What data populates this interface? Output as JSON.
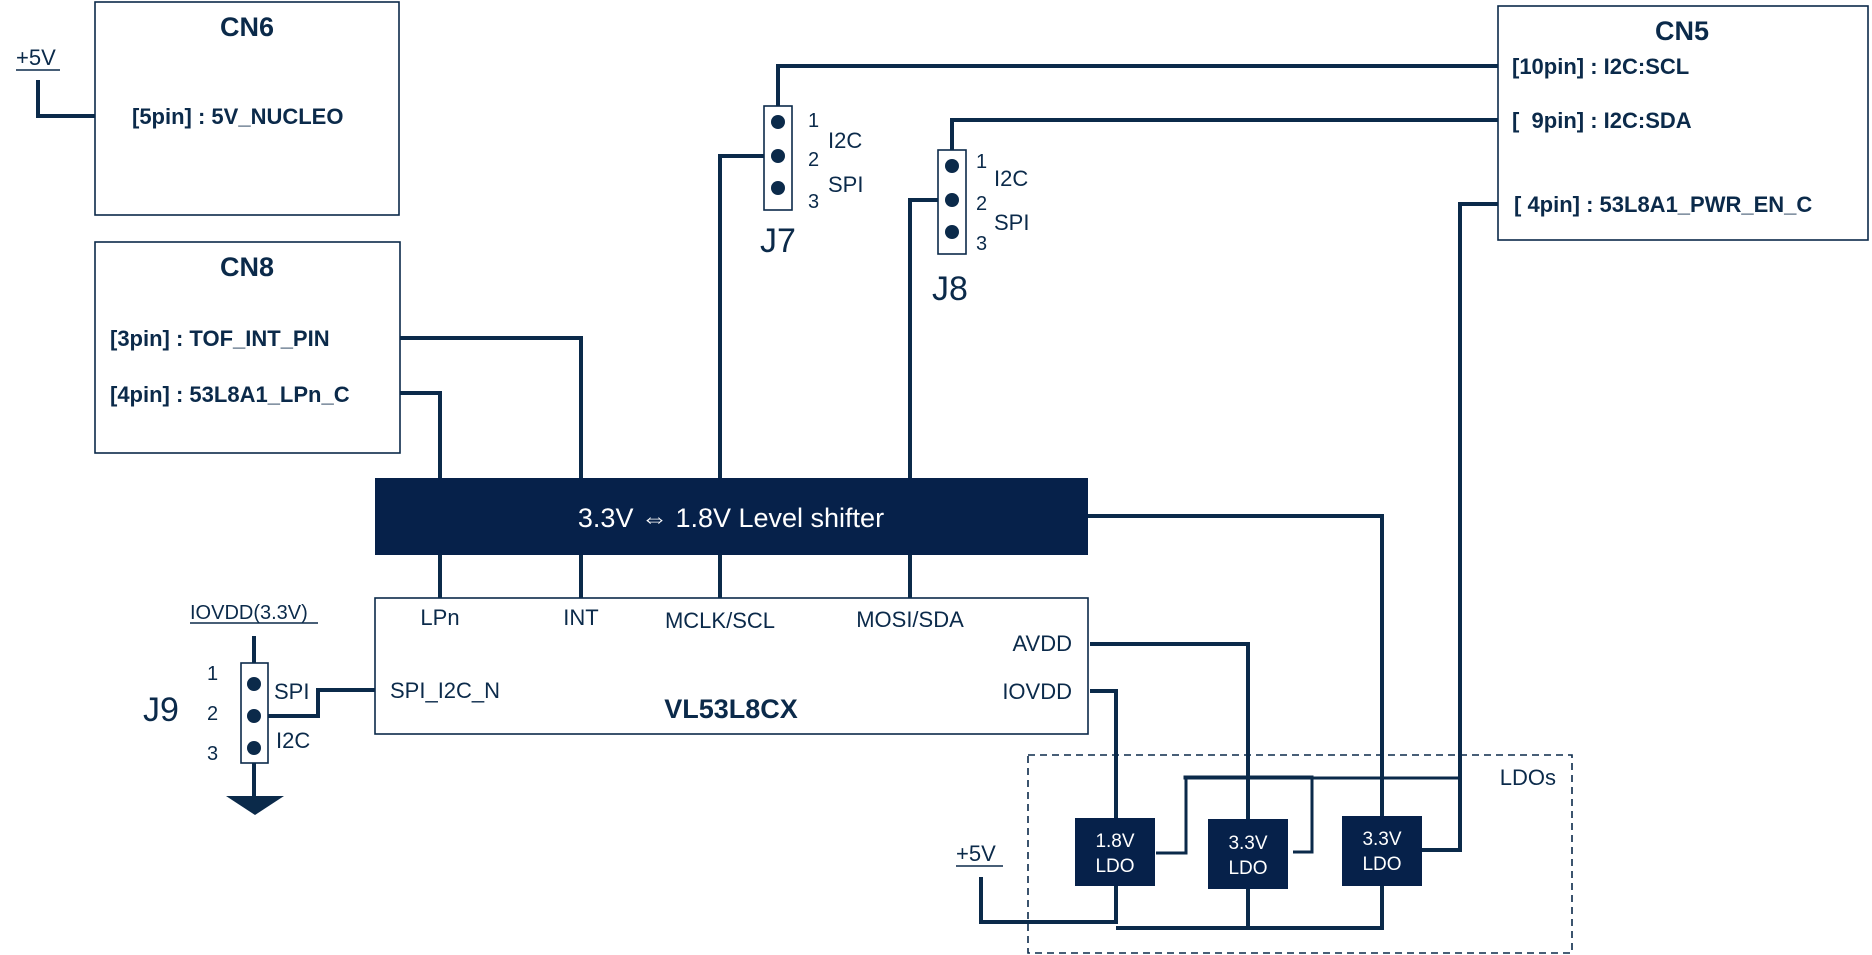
{
  "cn6": {
    "title": "CN6",
    "pin5": "[5pin] : 5V_NUCLEO"
  },
  "cn8": {
    "title": "CN8",
    "pin3": "[3pin] : TOF_INT_PIN",
    "pin4": "[4pin] : 53L8A1_LPn_C"
  },
  "cn5": {
    "title": "CN5",
    "pin10": "[10pin] : I2C:SCL",
    "pin9": "[  9pin] : I2C:SDA",
    "pin4": "[ 4pin] : 53L8A1_PWR_EN_C"
  },
  "power": {
    "plus5v_left": "+5V",
    "plus5v_bottom": "+5V",
    "iovdd": "IOVDD(3.3V)"
  },
  "j7": {
    "name": "J7",
    "pins": [
      "1",
      "2",
      "3"
    ],
    "opt1": "I2C",
    "opt2": "SPI"
  },
  "j8": {
    "name": "J8",
    "pins": [
      "1",
      "2",
      "3"
    ],
    "opt1": "I2C",
    "opt2": "SPI"
  },
  "j9": {
    "name": "J9",
    "pins": [
      "1",
      "2",
      "3"
    ],
    "opt1": "SPI",
    "opt2": "I2C"
  },
  "shifter": {
    "label": "3.3V ⇔ 1.8V Level shifter"
  },
  "sensor": {
    "name": "VL53L8CX",
    "pins": {
      "lpn": "LPn",
      "int": "INT",
      "mclk": "MCLK/SCL",
      "mosi": "MOSI/SDA",
      "avdd": "AVDD",
      "iovdd": "IOVDD",
      "spi": "SPI_I2C_N"
    }
  },
  "ldos": {
    "group_label": "LDOs",
    "ldo1": {
      "line1": "1.8V",
      "line2": "LDO"
    },
    "ldo2": {
      "line1": "3.3V",
      "line2": "LDO"
    },
    "ldo3": {
      "line1": "3.3V",
      "line2": "LDO"
    }
  }
}
